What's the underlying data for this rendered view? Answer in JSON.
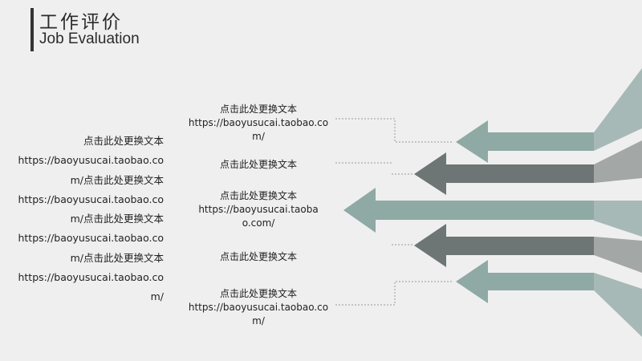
{
  "title": {
    "cn": "工作评价",
    "en": "Job Evaluation"
  },
  "left_paragraph": "点击此处更换文本\nhttps://baoyusucai.taobao.co\nm/点击此处更换文本\nhttps://baoyusucai.taobao.co\nm/点击此处更换文本\nhttps://baoyusucai.taobao.co\nm/点击此处更换文本\nhttps://baoyusucai.taobao.co\nm/",
  "labels": [
    "点击此处更换文本\nhttps://baoyusucai.taobao.co\nm/",
    "点击此处更换文本",
    "点击此处更换文本\nhttps://baoyusucai.taoba\no.com/",
    "点击此处更换文本",
    "点击此处更换文本\nhttps://baoyusucai.taobao.co\nm/"
  ],
  "colors": {
    "background": "#efefef",
    "arrow_light": "#8fa9a5",
    "arrow_dark": "#6d7674",
    "panel_light": "#a7b9b6",
    "panel_dark": "#8e9593",
    "title_bar": "#333333"
  }
}
